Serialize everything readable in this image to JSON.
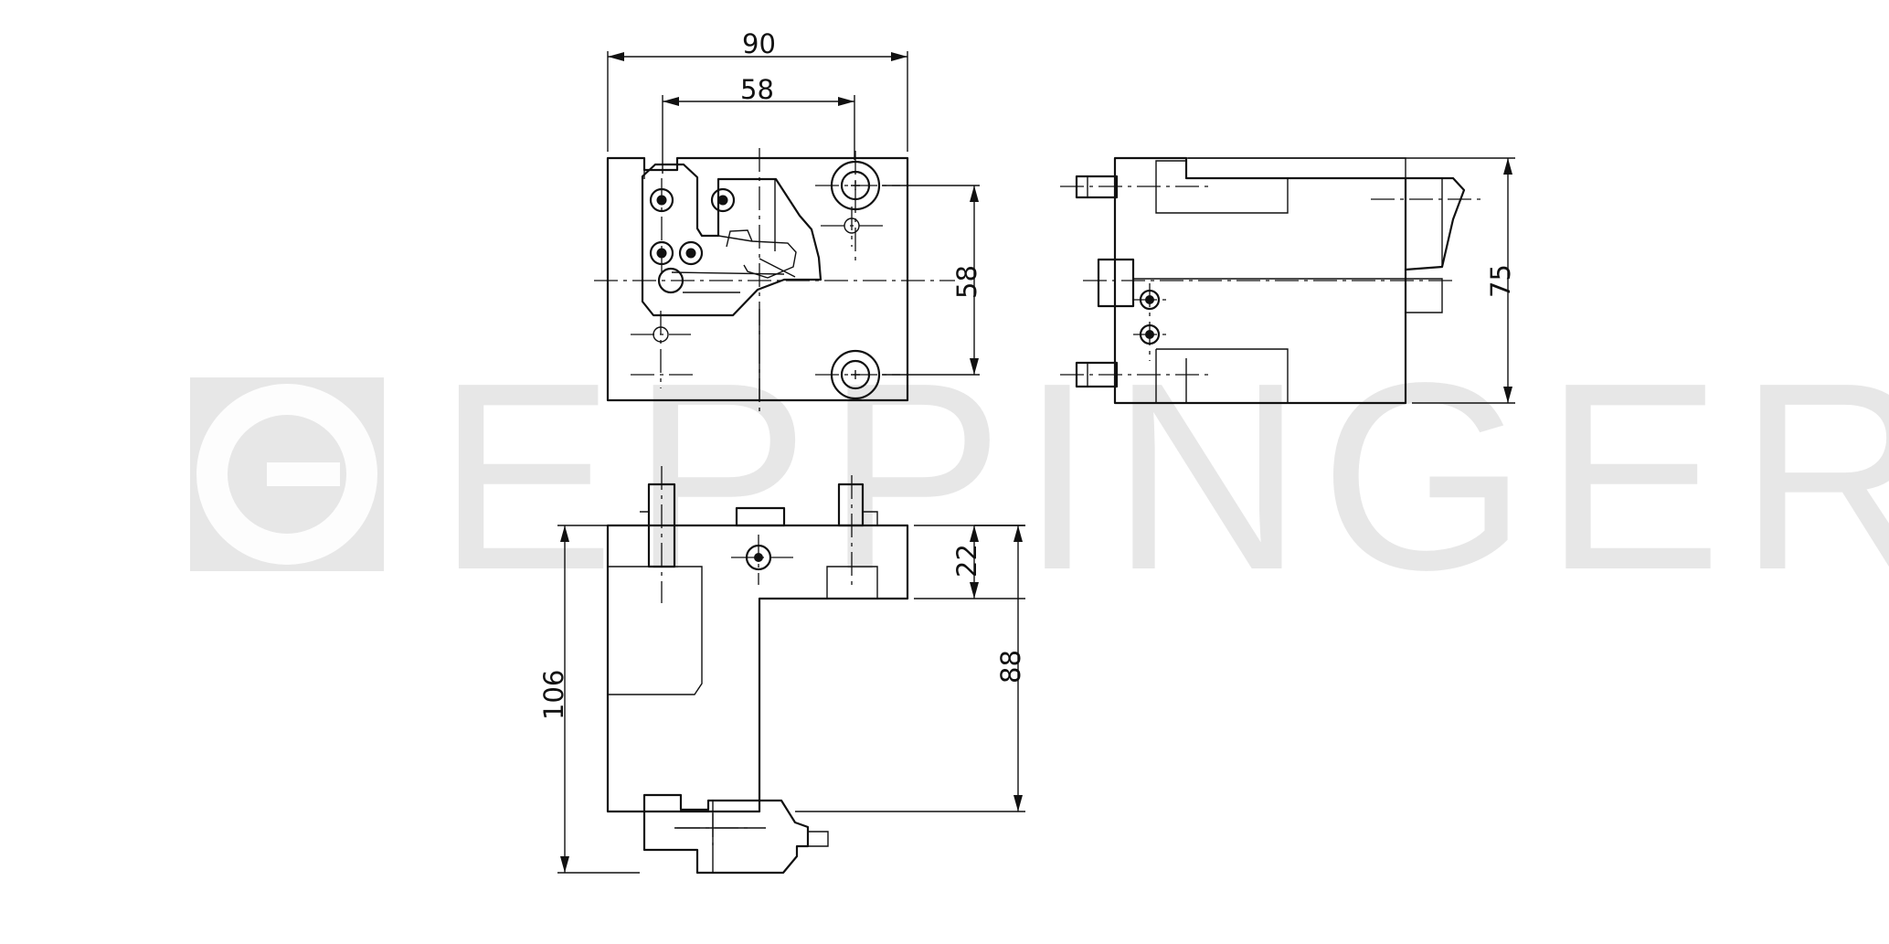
{
  "watermark": {
    "brand": "EPPINGER"
  },
  "dimensions": {
    "front_width": "90",
    "front_inner_width": "58",
    "front_hole_spacing": "58",
    "side_height": "75",
    "top_flange_height": "22",
    "top_total_height": "88",
    "top_overall_height": "106"
  }
}
